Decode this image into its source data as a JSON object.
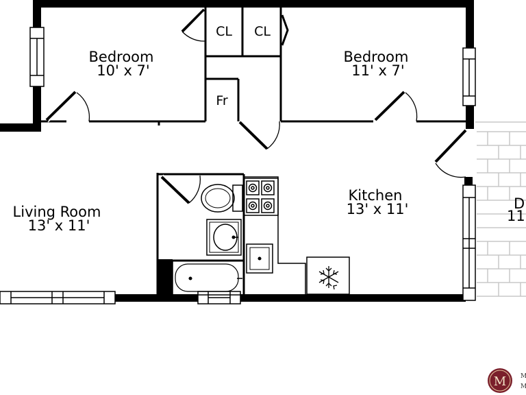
{
  "rooms": {
    "bedroom_left": {
      "name": "Bedroom",
      "dims": "10' x 7'"
    },
    "bedroom_right": {
      "name": "Bedroom",
      "dims": "11' x 7'"
    },
    "kitchen": {
      "name": "Kitchen",
      "dims": "13' x 11'"
    },
    "living_room": {
      "name": "Living Room",
      "dims": "13' x 11'"
    },
    "deck": {
      "name": "D",
      "dims": "11"
    }
  },
  "closets": {
    "left": "CL",
    "right": "CL"
  },
  "fridge": {
    "label": "Fr"
  },
  "logo": {
    "initial": "M",
    "text_line1": "M",
    "text_line2": "M"
  }
}
